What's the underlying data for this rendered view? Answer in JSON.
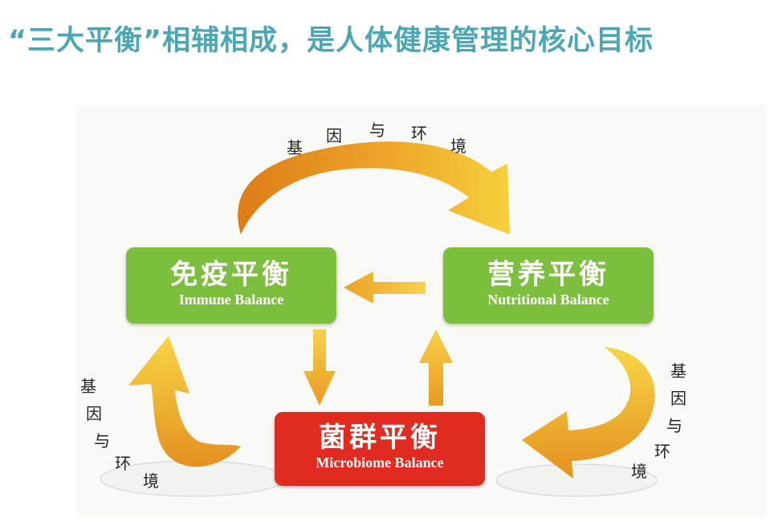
{
  "title": "“三大平衡”相辅相成，是人体健康管理的核心目标",
  "colors": {
    "title": "#4aa7b3",
    "green_box": "#7cbf3e",
    "red_box": "#e02b20",
    "arrow_orange": "#e89a20",
    "arrow_yellow": "#f3c63a"
  },
  "boxes": {
    "immune": {
      "cn": "免疫平衡",
      "en": "Immune Balance"
    },
    "nutrition": {
      "cn": "营养平衡",
      "en": "Nutritional Balance"
    },
    "microbiome": {
      "cn": "菌群平衡",
      "en": "Microbiome Balance"
    }
  },
  "env_labels": {
    "top": [
      "基",
      "因",
      "与",
      "环",
      "境"
    ],
    "left": [
      "基",
      "因",
      "与",
      "环",
      "境"
    ],
    "right": [
      "基",
      "因",
      "与",
      "环",
      "境"
    ]
  }
}
